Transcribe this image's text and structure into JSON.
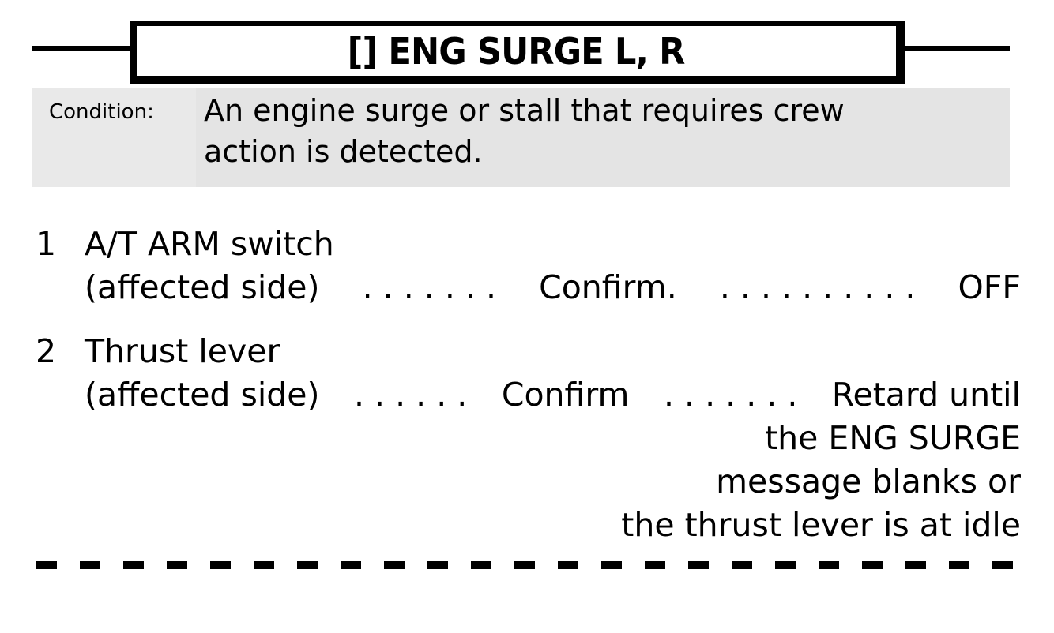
{
  "page": {
    "ink_color": "#000000",
    "background_color": "#ffffff",
    "condition_bg_color": "#e6e6e6"
  },
  "title": {
    "text": "[] ENG SURGE L, R"
  },
  "condition": {
    "label": "Condition:",
    "lines": [
      "An engine surge or stall that requires crew",
      "action is detected."
    ]
  },
  "checklist": {
    "items": [
      {
        "number": "1",
        "title": "A/T ARM switch",
        "leader_segments": [
          "(affected side)",
          ". . . . . . .",
          "Confirm.",
          ". . . . . . . . . .",
          "OFF"
        ],
        "continuation_lines": []
      },
      {
        "number": "2",
        "title": "Thrust lever",
        "leader_segments": [
          "(affected side)",
          ". . . . . .",
          "Confirm",
          ". . . . . . .",
          "Retard until"
        ],
        "continuation_lines": [
          "the ENG SURGE",
          "message blanks or",
          "the thrust lever is at idle"
        ]
      }
    ]
  }
}
